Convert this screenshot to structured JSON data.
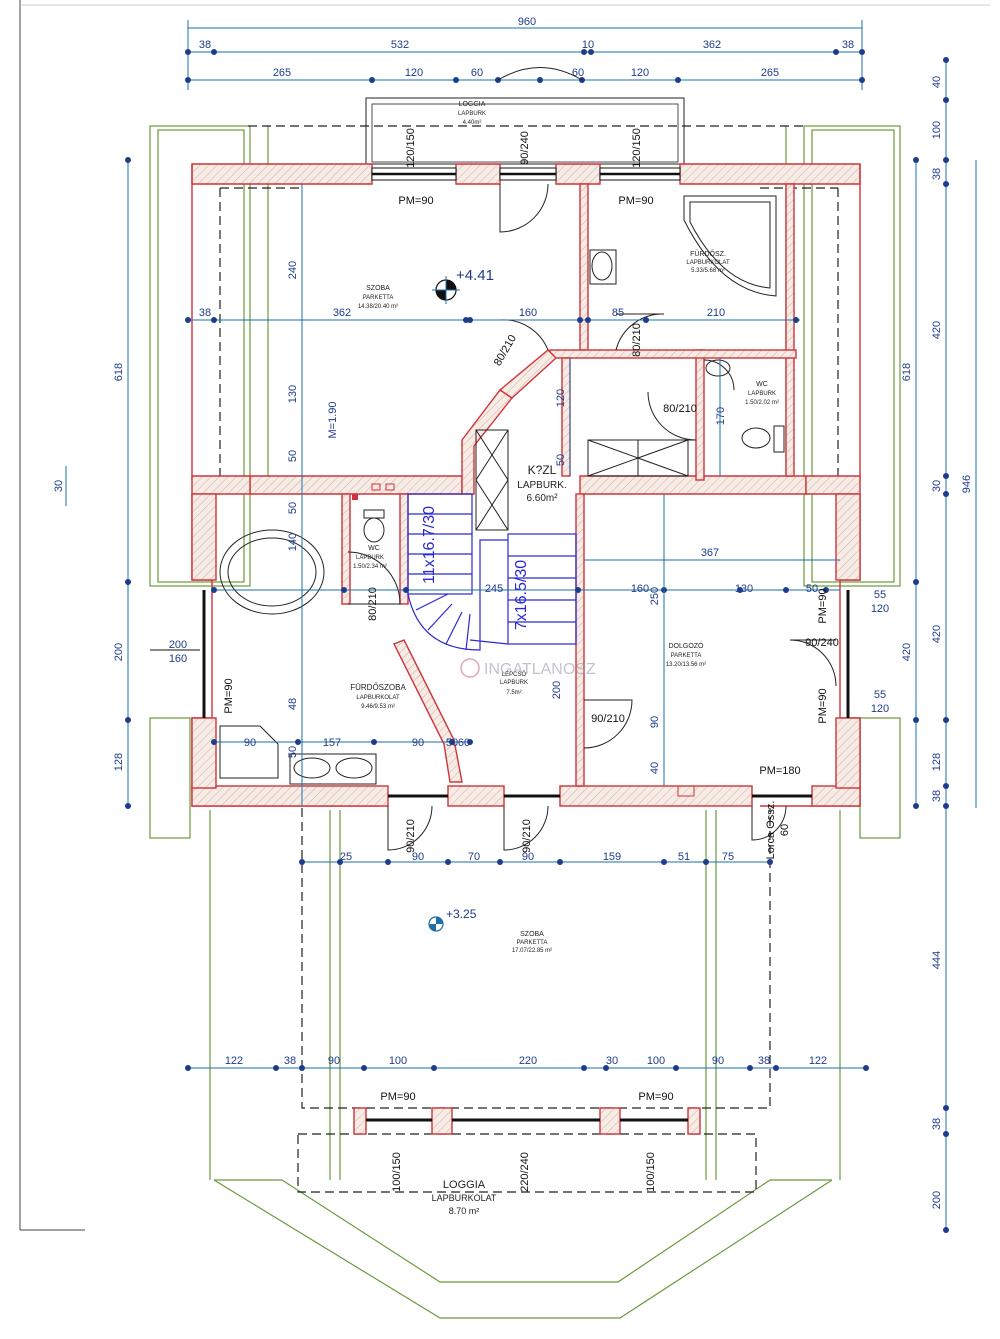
{
  "dimensions": {
    "top_total": "960",
    "top_row2": [
      "38",
      "532",
      "10",
      "362",
      "38"
    ],
    "top_row3": [
      "265",
      "120",
      "60",
      "60",
      "120",
      "265"
    ],
    "right_col1": [
      "618",
      "420",
      "618",
      "420",
      "444"
    ],
    "right_col2": [
      "40",
      "100",
      "38",
      "420",
      "946",
      "30",
      "200",
      "128",
      "38",
      "38",
      "200"
    ],
    "right_side": [
      "55",
      "120",
      "55",
      "120"
    ],
    "left_col": [
      "618",
      "200",
      "128"
    ],
    "left_30": "30",
    "left_200_160": [
      "200",
      "160"
    ],
    "middle_row": [
      "38",
      "362",
      "160",
      "85",
      "210"
    ],
    "row_367": "367",
    "row_lower": [
      "245",
      "160",
      "130",
      "50"
    ],
    "bath_row": [
      "90",
      "157",
      "90",
      "50",
      "60"
    ],
    "bottom_row1": [
      "25",
      "90",
      "70",
      "90",
      "159",
      "51",
      "75"
    ],
    "bottom_row2": [
      "122",
      "38",
      "90",
      "100",
      "220",
      "30",
      "100",
      "90",
      "38",
      "122"
    ],
    "vert_labels": [
      "240",
      "130",
      "50",
      "50",
      "140",
      "48",
      "50",
      "120",
      "50",
      "170",
      "200",
      "250",
      "90",
      "40"
    ],
    "stair_labels": [
      "11x16.7/30",
      "7x16.5/30"
    ],
    "pm_labels": [
      "PM=90",
      "PM=90",
      "PM=90",
      "PM=90",
      "PM=90",
      "PM=180",
      "PM=90",
      "PM=90"
    ],
    "window_labels": [
      "120/150",
      "90/240",
      "120/150",
      "100/150",
      "220/240",
      "100/150",
      "90/210",
      "90/210",
      "90/240",
      "80/210",
      "80/210",
      "80/210",
      "90/210"
    ],
    "elev_label": "M=1.90"
  },
  "rooms": [
    {
      "name": "LOGGIA",
      "sub": "LAPBURK",
      "area": "4.40m²"
    },
    {
      "name": "SZOBA",
      "sub": "PARKETTA",
      "area": "14.38/20.40 m²"
    },
    {
      "name": "FÜRDŐSZ.",
      "sub": "LAPBURKOLAT",
      "area": "5.33/5.68 m²"
    },
    {
      "name": "WC",
      "sub": "LAPBURK",
      "area": "1.50/2.02 m²"
    },
    {
      "name": "K?ZL",
      "sub": "LAPBURK.",
      "area": "6.60m²"
    },
    {
      "name": "WC",
      "sub": "LAPBURK",
      "area": "1.50/2.34 m²"
    },
    {
      "name": "FÜRDŐSZOBA",
      "sub": "LAPBURKOLAT",
      "area": "9.46/9.53 m²"
    },
    {
      "name": "DOLGOZÓ",
      "sub": "PARKETTA",
      "area": "13.20/13.56 m²"
    },
    {
      "name": "LÉPCSŐ",
      "sub": "LAPBURK",
      "area": "7.5m²"
    },
    {
      "name": "SZOBA",
      "sub": "PARKETTA",
      "area": "17.07/22.85 m²"
    },
    {
      "name": "LOGGIA",
      "sub": "LAPBURKOLAT",
      "area": "8.70 m²"
    }
  ],
  "levels": [
    "+4.41",
    "+3.25"
  ],
  "watermark": "INGATLANOSZ",
  "door_notes": [
    "Lorca Ossz.",
    "60"
  ]
}
